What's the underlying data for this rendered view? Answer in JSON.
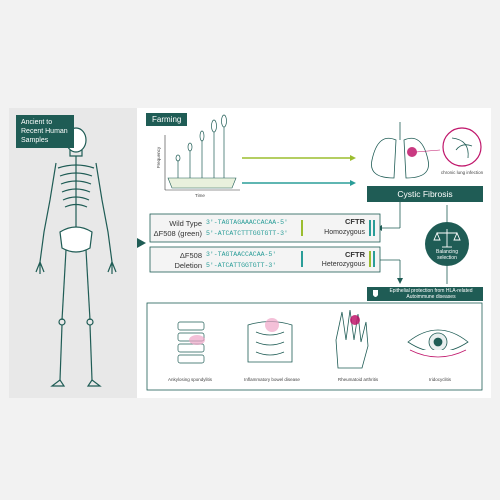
{
  "labels": {
    "ancient": "Ancient to Recent Human Samples",
    "farming": "Farming",
    "frequency": "Frequency",
    "time": "Time",
    "cystic_fibrosis": "Cystic Fibrosis",
    "chronic_lung": "chronic lung infection",
    "balancing": "Balancing selection",
    "epithelial": "Epithelial protection from HLA-related Autoimmune diseases"
  },
  "sequences": {
    "wild_label1": "Wild Type",
    "wild_label2": "ΔF508 (green)",
    "wild_seq1": "3'-TAGTAGAAACCACAA-5'",
    "wild_seq2": "5'-ATCATCTTTGGTGTT-3'",
    "hom_cftr": "CFTR",
    "hom_label": "Homozygous",
    "del_label1": "ΔF508",
    "del_label2": "Deletion",
    "del_seq1": "3'-TAGTAACCACAA-5'",
    "del_seq2": "5'-ATCATTGGTGTT-3'",
    "het_cftr": "CFTR",
    "het_label": "Heterozygous"
  },
  "diseases": [
    {
      "name": "Ankylosing spondylitis",
      "icon": "spine-icon"
    },
    {
      "name": "Inflammatory bowel disease",
      "icon": "intestine-icon"
    },
    {
      "name": "Rheumatoid arthritis",
      "icon": "hand-icon"
    },
    {
      "name": "Iridocyclitis",
      "icon": "eye-icon"
    }
  ],
  "colors": {
    "teal_dark": "#1f5c55",
    "green_line": "#9bbd2f",
    "cyan_line": "#2a9d98",
    "magenta": "#c0166b"
  }
}
